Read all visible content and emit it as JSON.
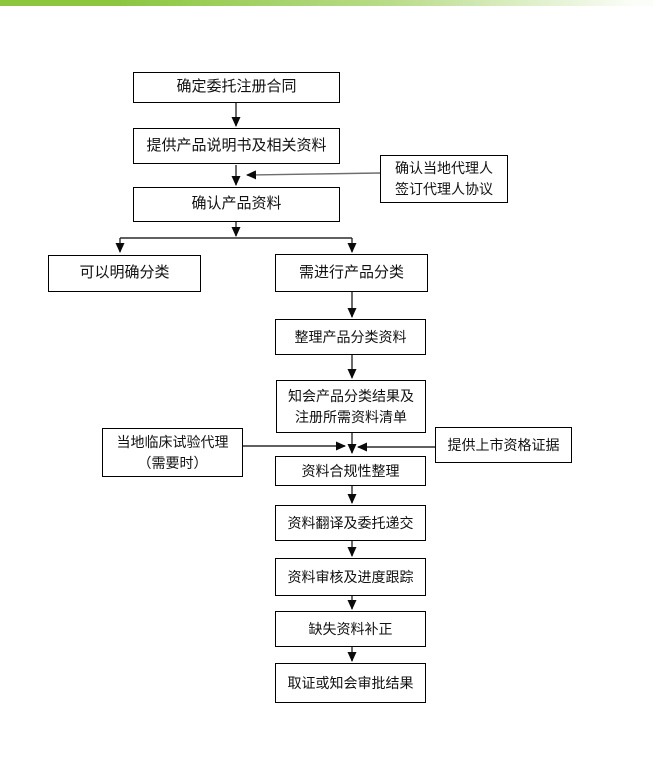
{
  "accent": {
    "top_bar_left": "#8cc63f",
    "top_bar_mid": "#b9dc8a",
    "top_bar_right": "#fbfdf8",
    "line_color": "#2b2b2b",
    "box_border_color": "#000000"
  },
  "flowchart": {
    "nodes": [
      {
        "label": "确定委托注册合同"
      },
      {
        "label": "提供产品说明书及相关资料"
      },
      {
        "label": "确认产品资料"
      },
      {
        "label": "确认当地代理人\n签订代理人协议"
      },
      {
        "label": "可以明确分类"
      },
      {
        "label": "需进行产品分类"
      },
      {
        "label": "整理产品分类资料"
      },
      {
        "label": "知会产品分类结果及\n注册所需资料清单"
      },
      {
        "label": "当地临床试验代理\n（需要时）"
      },
      {
        "label": "提供上市资格证据"
      },
      {
        "label": "资料合规性整理"
      },
      {
        "label": "资料翻译及委托递交"
      },
      {
        "label": "资料审核及进度跟踪"
      },
      {
        "label": "缺失资料补正"
      },
      {
        "label": "取证或知会审批结果"
      }
    ]
  }
}
